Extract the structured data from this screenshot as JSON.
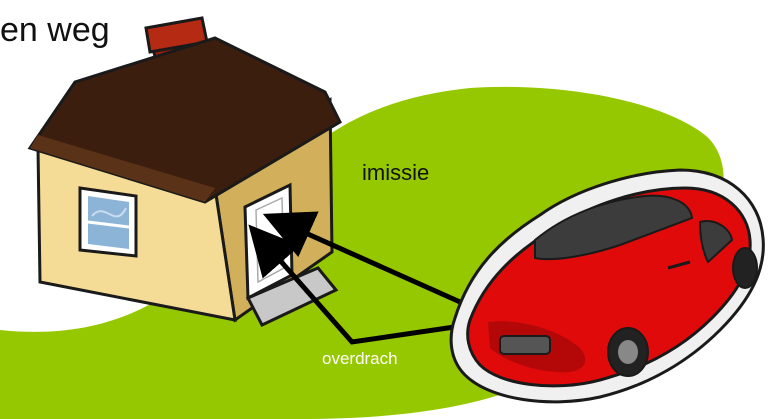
{
  "header": {
    "title_fragment": "en weg"
  },
  "diagram": {
    "labels": {
      "emission": "imissie",
      "transfer": "overdrach"
    },
    "colors": {
      "lawn": "#96c800",
      "house_wall": "#f5dc96",
      "house_wall_side": "#d2af5a",
      "roof": "#3c1e0f",
      "chimney": "#a01e0a",
      "door": "#ffffff",
      "window_glass": "#8cb4d7",
      "car_body": "#e10a0a",
      "car_window": "#3c3c3c",
      "arrow": "#000000"
    },
    "icons": [
      "house-icon",
      "car-icon",
      "lawn-shape"
    ]
  }
}
